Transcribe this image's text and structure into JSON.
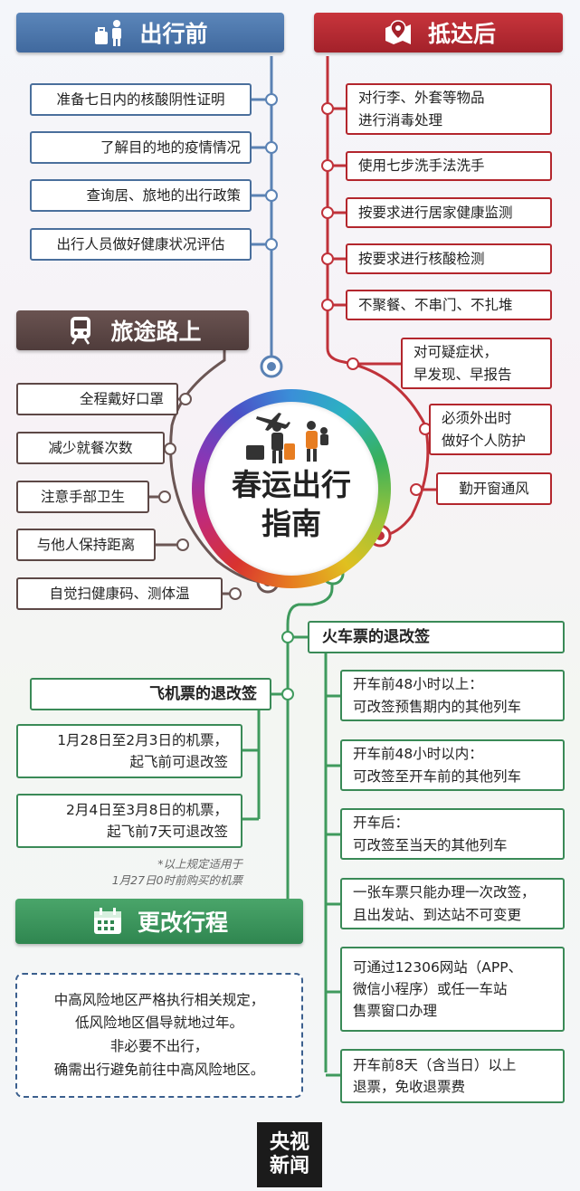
{
  "before": {
    "title": "出行前",
    "items": [
      "准备七日内的核酸阴性证明",
      "了解目的地的疫情情况",
      "查询居、旅地的出行政策",
      "出行人员做好健康状况评估"
    ]
  },
  "after": {
    "title": "抵达后",
    "items": [
      [
        "对行李、外套等物品",
        "进行消毒处理"
      ],
      [
        "使用七步洗手法洗手"
      ],
      [
        "按要求进行居家健康监测"
      ],
      [
        "按要求进行核酸检测"
      ],
      [
        "不聚餐、不串门、不扎堆"
      ],
      [
        "对可疑症状，",
        "早发现、早报告"
      ],
      [
        "必须外出时",
        "做好个人防护"
      ],
      [
        "勤开窗通风"
      ]
    ]
  },
  "journey": {
    "title": "旅途路上",
    "items": [
      "全程戴好口罩",
      "减少就餐次数",
      "注意手部卫生",
      "与他人保持距离",
      "自觉扫健康码、测体温"
    ]
  },
  "center": {
    "line1": "春运出行",
    "line2": "指南"
  },
  "train": {
    "title": "火车票的退改签",
    "items": [
      [
        "开车前48小时以上：",
        "可改签预售期内的其他列车"
      ],
      [
        "开车前48小时以内：",
        "可改签至开车前的其他列车"
      ],
      [
        "开车后：",
        "可改签至当天的其他列车"
      ],
      [
        "一张车票只能办理一次改签，",
        "且出发站、到达站不可变更"
      ],
      [
        "可通过12306网站（APP、",
        "微信小程序）或任一车站",
        "售票窗口办理"
      ],
      [
        "开车前8天（含当日）以上",
        "退票，免收退票费"
      ]
    ]
  },
  "plane": {
    "title": "飞机票的退改签",
    "items": [
      [
        "1月28日至2月3日的机票，",
        "起飞前可退改签"
      ],
      [
        "2月4日至3月8日的机票，",
        "起飞前7天可退改签"
      ]
    ],
    "note": [
      "*以上规定适用于",
      "1月27日0时前购买的机票"
    ]
  },
  "change": {
    "title": "更改行程",
    "lines": [
      "中高风险地区严格执行相关规定，",
      "低风险地区倡导就地过年。",
      "非必要不出行，",
      "确需出行避免前往中高风险地区。"
    ]
  },
  "logo": {
    "line1": "央视",
    "line2": "新闻"
  },
  "colors": {
    "blue": "#4a6f9c",
    "red": "#b3262d",
    "brown": "#5d4846",
    "green": "#3a8a57"
  },
  "icons": [
    "traveler-luggage-icon",
    "map-pin-icon",
    "train-icon",
    "calendar-icon",
    "traveler-plane-icon"
  ]
}
